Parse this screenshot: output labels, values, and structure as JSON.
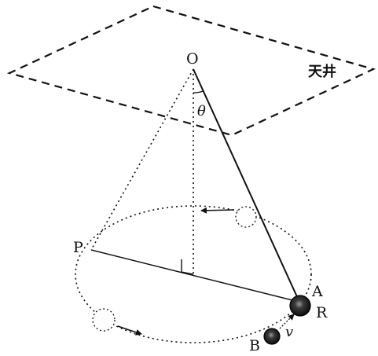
{
  "labels": {
    "pivot": "O",
    "ceiling": "天井",
    "angle": "θ",
    "point_p": "P",
    "point_a": "A",
    "point_r": "R",
    "point_b": "B",
    "velocity": "v"
  },
  "colors": {
    "ink": "#111111",
    "background": "#ffffff"
  }
}
